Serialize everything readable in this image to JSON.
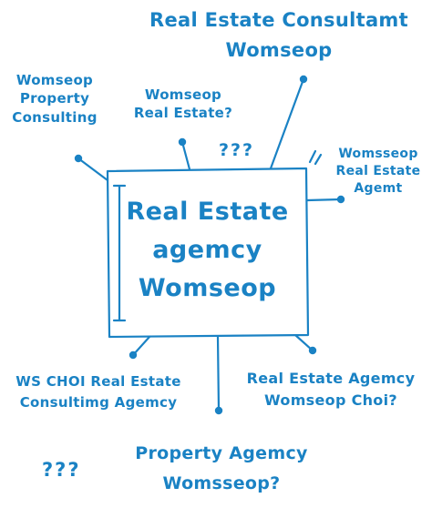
{
  "center_box": {
    "lines": [
      "Real Estate",
      "agemcy",
      "Womseop"
    ]
  },
  "labels": {
    "top": [
      "Real Estate Consultamt",
      "Womseop"
    ],
    "upper_left": [
      "Womseop",
      "Property",
      "Consulting"
    ],
    "upper_mid": [
      "Womseop",
      "Real Estate?"
    ],
    "right": [
      "Womsseop",
      "Real Estate",
      "Agemt"
    ],
    "lower_left": [
      "WS CHOI Real Estate",
      "Consultimg Agemcy"
    ],
    "lower_right": [
      "Real Estate Agemcy",
      "Womseop Choi?"
    ],
    "bottom": [
      "Property Agemcy",
      "Womsseop?"
    ]
  },
  "question_marks": {
    "mid": "???",
    "bottom_left": "???"
  },
  "colors": {
    "ink": "#1a82c4",
    "background": "#ffffff"
  }
}
